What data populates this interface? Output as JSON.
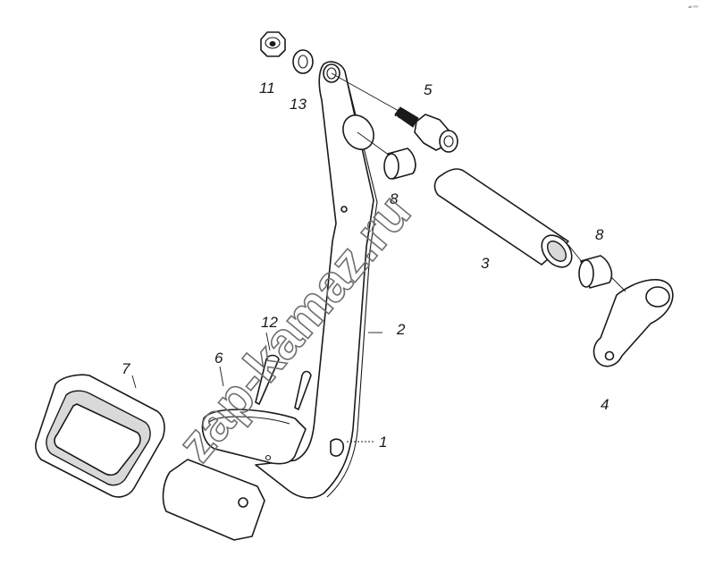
{
  "diagram": {
    "callouts": [
      {
        "key": "nut",
        "label": "11"
      },
      {
        "key": "washer",
        "label": "13"
      },
      {
        "key": "bolt",
        "label": "5"
      },
      {
        "key": "bushing-top",
        "label": "8"
      },
      {
        "key": "bushing-bot",
        "label": "8"
      },
      {
        "key": "shaft",
        "label": "3"
      },
      {
        "key": "lever",
        "label": "2"
      },
      {
        "key": "bracket",
        "label": "4"
      },
      {
        "key": "pin",
        "label": "12"
      },
      {
        "key": "clip",
        "label": "6"
      },
      {
        "key": "pad",
        "label": "7"
      },
      {
        "key": "pedal",
        "label": "1"
      }
    ],
    "watermark": "zap-kamaz.ru",
    "corner_mark": "ᵃᴮ ⁰⁰⁰"
  }
}
